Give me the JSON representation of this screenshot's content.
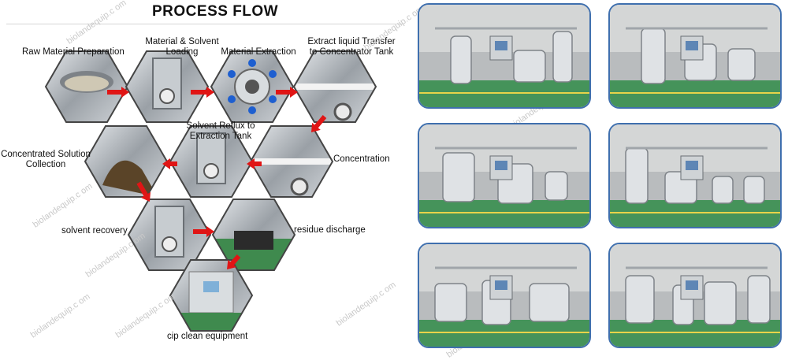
{
  "title": "PROCESS FLOW",
  "steps": [
    {
      "label_lines": [
        "Raw Material Preparation"
      ],
      "icon": "raw-material-bin"
    },
    {
      "label_lines": [
        "Material & Solvent",
        "Loading"
      ],
      "icon": "solvent-vessel"
    },
    {
      "label_lines": [
        "Material Extraction"
      ],
      "icon": "extraction-lid"
    },
    {
      "label_lines": [
        "Extract liquid Transfer",
        "to Concentrator Tank"
      ],
      "icon": "transfer-pipe"
    },
    {
      "label_lines": [
        "Concentration"
      ],
      "icon": "concentrator"
    },
    {
      "label_lines": [
        "Solvent Reflux to",
        "Extraction Tank"
      ],
      "icon": "reflux-pipe"
    },
    {
      "label_lines": [
        "Concentrated Solution",
        "Collection"
      ],
      "icon": "collection-pour"
    },
    {
      "label_lines": [
        "solvent recovery"
      ],
      "icon": "recovery-unit"
    },
    {
      "label_lines": [
        "residue discharge"
      ],
      "icon": "residue-bin"
    },
    {
      "label_lines": [
        "cip clean equipment"
      ],
      "icon": "cip-cabinet"
    }
  ],
  "watermark": "biolandequip.c om",
  "colors": {
    "arrow": "#e01515",
    "frame": "#3f6fae",
    "floor_green": "#3f8a4e",
    "steel": "#b9bec3"
  },
  "photos": [
    {
      "name": "photo-1",
      "alt": "extraction unit"
    },
    {
      "name": "photo-2",
      "alt": "extraction unit"
    },
    {
      "name": "photo-3",
      "alt": "extraction line"
    },
    {
      "name": "photo-4",
      "alt": "extraction line"
    },
    {
      "name": "photo-5",
      "alt": "extraction plant"
    },
    {
      "name": "photo-6",
      "alt": "extraction plant"
    }
  ]
}
